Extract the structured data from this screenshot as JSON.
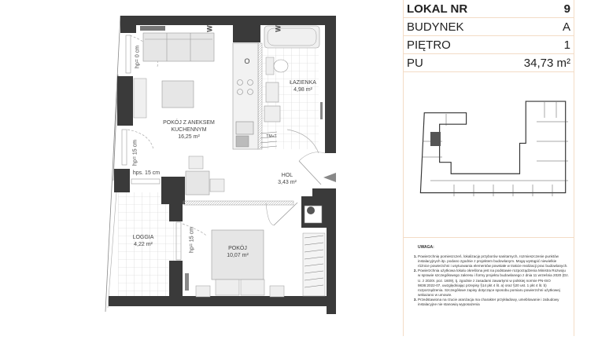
{
  "info": {
    "rows": [
      {
        "label": "LOKAL NR",
        "value": "9"
      },
      {
        "label": "BUDYNEK",
        "value": "A"
      },
      {
        "label": "PIĘTRO",
        "value": "1"
      },
      {
        "label": "PU",
        "value": "34,73 m²"
      }
    ]
  },
  "rooms": {
    "living": {
      "name1": "POKÓJ Z ANEKSEM",
      "name2": "KUCHENNYM",
      "area": "16,25 m²"
    },
    "bathroom": {
      "name": "ŁAZIENKA",
      "area": "4,98 m²"
    },
    "hall": {
      "name": "HOL",
      "area": "3,43 m²"
    },
    "room": {
      "name": "POKÓJ",
      "area": "10,07 m²"
    },
    "loggia": {
      "name": "LOGGIA",
      "area": "4,22 m²"
    }
  },
  "annotations": {
    "hp0": "hp= 0 cm",
    "hp15a": "hp= 15 cm",
    "hp15b": "hps. 15 cm",
    "hp15c": "hp= 15 cm",
    "tmt": "TM+T",
    "w1": "W",
    "w2": "W",
    "o": "O"
  },
  "notes": {
    "title": "UWAGA:",
    "items": [
      "Powierzchnię pomieszczeń, lokalizację przyborów sanitarnych, rozmieszczenie punktów instalacyjnych itp. podano zgodnie z projektem budowlanym. Mogą wystąpić niewielkie różnice powierzchni i usytuowania elementów powstałe w trakcie realizacji prac budowlanych.",
      "Powierzchnia użytkowa lokalu określona jest na podstawie rozporządzenia Ministra Rozwoju w sprawie szczegółowego zakresu i formy projektu budowlanego z dnia 11 września 2020 (Dz. U. z 2020r. poz. 1609), tj. zgodnie z zasadami zawartymi w polskiej normie PN-ISO 9836:2022-07, uwzględniając przepisy §14 pkt 4 lit. a) oraz §20 ust. 1 pkt 4 lit. b) rozporządzenia. Szczegółowe zapisy dotyczące sposobu pomiaru powierzchni użytkowej wskazano w umowie.",
      "Przedstawiona na rzucie aranżacja ma charakter przykładowy, umeblowanie i zabudowy instalacyjne nie stanowią wyposażenia"
    ]
  },
  "colors": {
    "wall": "#3a3a3a",
    "furniture": "#e6e6e6",
    "divider": "#f3dcc6"
  }
}
